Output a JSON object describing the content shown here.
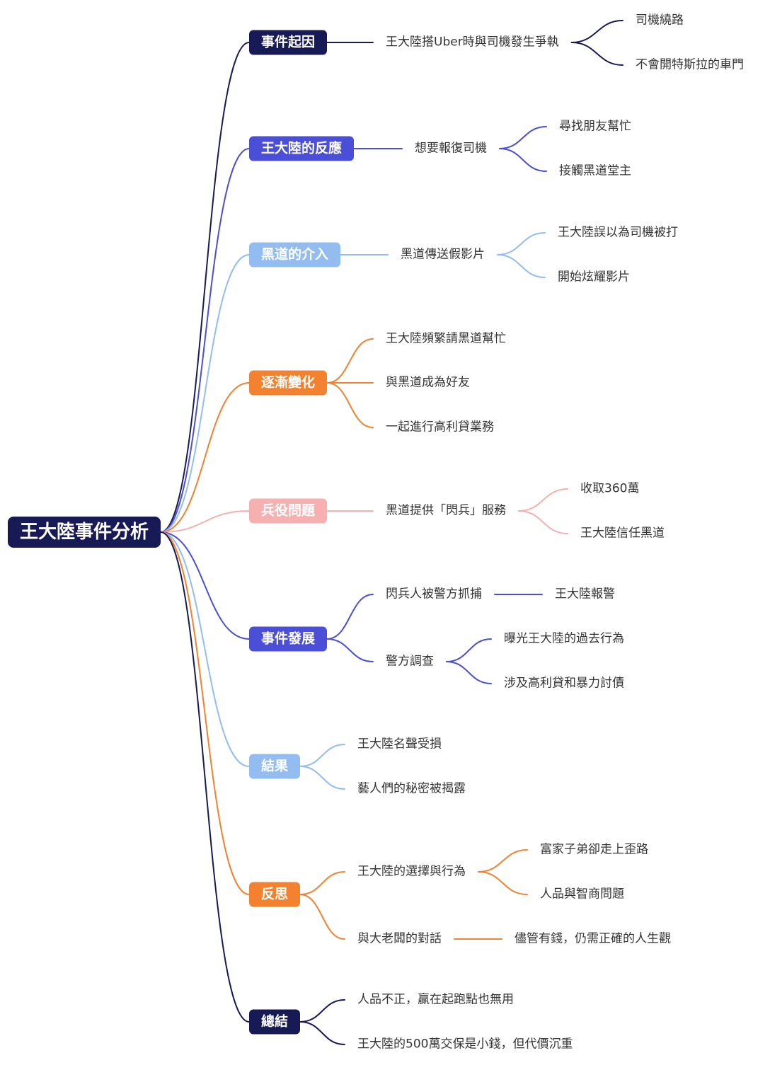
{
  "root": {
    "label": "王大陸事件分析"
  },
  "colors": {
    "navy": "#181a55",
    "indigo": "#4b4ed6",
    "sky": "#93bdf0",
    "orange": "#f2822f",
    "pink": "#f7b0b0",
    "text": "#333333"
  },
  "topics": [
    {
      "label": "事件起因",
      "color": "#181a55",
      "children": [
        {
          "label": "王大陸搭Uber時與司機發生爭執",
          "children": [
            {
              "label": "司機繞路"
            },
            {
              "label": "不會開特斯拉的車門"
            }
          ]
        }
      ]
    },
    {
      "label": "王大陸的反應",
      "color": "#4b4ed6",
      "children": [
        {
          "label": "想要報復司機",
          "children": [
            {
              "label": "尋找朋友幫忙"
            },
            {
              "label": "接觸黑道堂主"
            }
          ]
        }
      ]
    },
    {
      "label": "黑道的介入",
      "color": "#93bdf0",
      "children": [
        {
          "label": "黑道傳送假影片",
          "children": [
            {
              "label": "王大陸誤以為司機被打"
            },
            {
              "label": "開始炫耀影片"
            }
          ]
        }
      ]
    },
    {
      "label": "逐漸變化",
      "color": "#f2822f",
      "children": [
        {
          "label": "王大陸頻繁請黑道幫忙"
        },
        {
          "label": "與黑道成為好友"
        },
        {
          "label": "一起進行高利貸業務"
        }
      ]
    },
    {
      "label": "兵役問題",
      "color": "#f7b0b0",
      "children": [
        {
          "label": "黑道提供「閃兵」服務",
          "children": [
            {
              "label": "收取360萬"
            },
            {
              "label": "王大陸信任黑道"
            }
          ]
        }
      ]
    },
    {
      "label": "事件發展",
      "color": "#4b4ed6",
      "children": [
        {
          "label": "閃兵人被警方抓捕",
          "children": [
            {
              "label": "王大陸報警"
            }
          ]
        },
        {
          "label": "警方調查",
          "children": [
            {
              "label": "曝光王大陸的過去行為"
            },
            {
              "label": "涉及高利貸和暴力討債"
            }
          ]
        }
      ]
    },
    {
      "label": "結果",
      "color": "#93bdf0",
      "children": [
        {
          "label": "王大陸名聲受損"
        },
        {
          "label": "藝人們的秘密被揭露"
        }
      ]
    },
    {
      "label": "反思",
      "color": "#f2822f",
      "children": [
        {
          "label": "王大陸的選擇與行為",
          "children": [
            {
              "label": "富家子弟卻走上歪路"
            },
            {
              "label": "人品與智商問題"
            }
          ]
        },
        {
          "label": "與大老闆的對話",
          "children": [
            {
              "label": "儘管有錢，仍需正確的人生觀"
            }
          ]
        }
      ]
    },
    {
      "label": "總結",
      "color": "#181a55",
      "children": [
        {
          "label": "人品不正，贏在起跑點也無用"
        },
        {
          "label": "王大陸的500萬交保是小錢，但代價沉重"
        }
      ]
    }
  ]
}
